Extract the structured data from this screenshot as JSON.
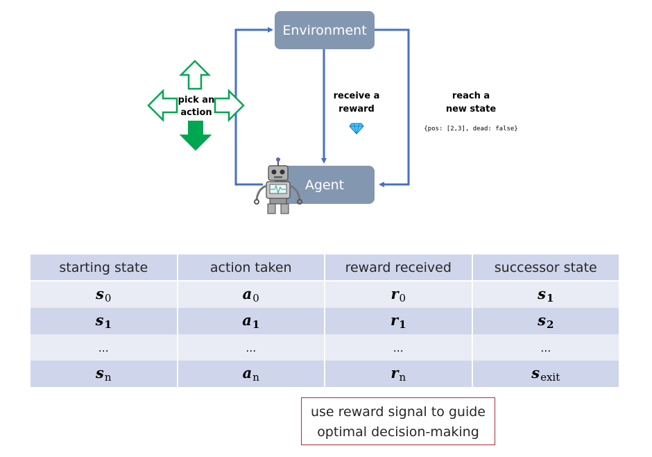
{
  "diagram": {
    "environment_label": "Environment",
    "agent_label": "Agent",
    "pick_action_line1": "pick an",
    "pick_action_line2": "action",
    "receive_reward_line1": "receive a",
    "receive_reward_line2": "reward",
    "reach_state_line1": "reach a",
    "reach_state_line2": "new state",
    "state_example": "{pos: [2,3], dead: false}",
    "colors": {
      "box": "#8497b0",
      "arrow": "#4472c4",
      "action_arrow": "#00a651",
      "note_border": "#b22a2a",
      "table_header": "#cfd5ea",
      "table_alt": "#e9ebf5"
    },
    "icons": [
      "diamond-icon",
      "robot-icon",
      "arrow-up-outline-icon",
      "arrow-left-outline-icon",
      "arrow-right-outline-icon",
      "arrow-down-filled-icon"
    ]
  },
  "table": {
    "headers": [
      "starting state",
      "action taken",
      "reward received",
      "successor state"
    ],
    "rows": [
      [
        {
          "sym": "s",
          "sub": "0",
          "bold": false
        },
        {
          "sym": "a",
          "sub": "0",
          "bold": false
        },
        {
          "sym": "r",
          "sub": "0",
          "bold": false
        },
        {
          "sym": "s",
          "sub": "1",
          "bold": true
        }
      ],
      [
        {
          "sym": "s",
          "sub": "1",
          "bold": true
        },
        {
          "sym": "a",
          "sub": "1",
          "bold": true
        },
        {
          "sym": "r",
          "sub": "1",
          "bold": true
        },
        {
          "sym": "s",
          "sub": "2",
          "bold": true
        }
      ],
      [
        {
          "text": "…"
        },
        {
          "text": "…"
        },
        {
          "text": "…"
        },
        {
          "text": "…"
        }
      ],
      [
        {
          "sym": "s",
          "sub": "n",
          "bold": false
        },
        {
          "sym": "a",
          "sub": "n",
          "bold": false
        },
        {
          "sym": "r",
          "sub": "n",
          "bold": false
        },
        {
          "sym": "s",
          "sub": "exit",
          "bold": false
        }
      ]
    ]
  },
  "note": {
    "line1": "use reward signal to guide",
    "line2": "optimal decision-making"
  }
}
